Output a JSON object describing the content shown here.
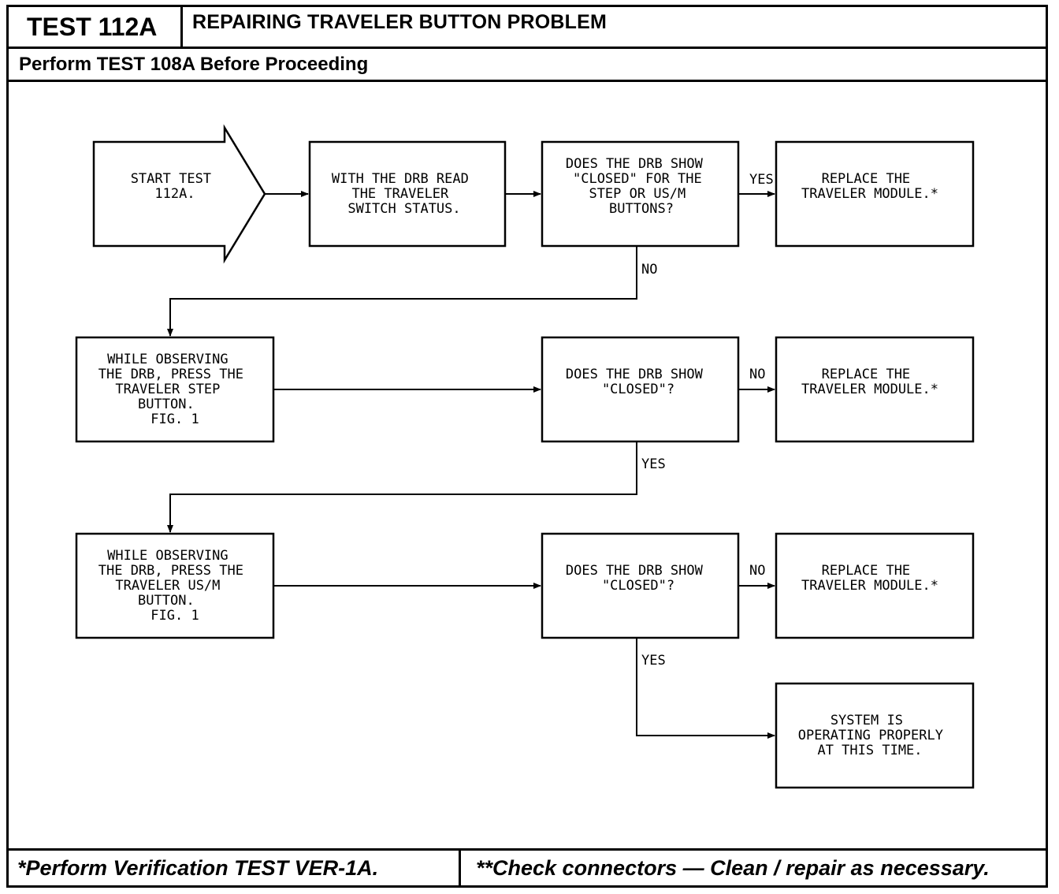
{
  "header": {
    "test_id": "TEST 112A",
    "title": "REPAIRING TRAVELER BUTTON PROBLEM",
    "prerequisite": "Perform TEST 108A Before Proceeding"
  },
  "footer": {
    "left_note": "*Perform Verification TEST VER-1A.",
    "right_note": "**Check connectors — Clean / repair as necessary."
  },
  "flowchart": {
    "start": {
      "lines": [
        "START TEST",
        "112A."
      ]
    },
    "read_status": {
      "lines": [
        "WITH THE DRB READ",
        "THE TRAVELER",
        "SWITCH STATUS."
      ]
    },
    "q1": {
      "lines": [
        "DOES THE DRB SHOW",
        "\"CLOSED\" FOR THE",
        "STEP OR US/M",
        "BUTTONS?"
      ]
    },
    "r1": {
      "lines": [
        "REPLACE THE",
        "TRAVELER MODULE.*"
      ]
    },
    "step_btn": {
      "lines": [
        "WHILE OBSERVING",
        "THE DRB, PRESS THE",
        "TRAVELER STEP",
        "BUTTON.",
        "FIG. 1"
      ]
    },
    "q2": {
      "lines": [
        "DOES THE DRB SHOW",
        "\"CLOSED\"?"
      ]
    },
    "r2": {
      "lines": [
        "REPLACE THE",
        "TRAVELER MODULE.*"
      ]
    },
    "usm_btn": {
      "lines": [
        "WHILE OBSERVING",
        "THE DRB, PRESS THE",
        "TRAVELER US/M",
        "BUTTON.",
        "FIG. 1"
      ]
    },
    "q3": {
      "lines": [
        "DOES THE DRB SHOW",
        "\"CLOSED\"?"
      ]
    },
    "r3": {
      "lines": [
        "REPLACE THE",
        "TRAVELER MODULE.*"
      ]
    },
    "ok": {
      "lines": [
        "SYSTEM IS",
        "OPERATING PROPERLY",
        "AT THIS TIME."
      ]
    },
    "labels": {
      "q1_yes": "YES",
      "q1_no": "NO",
      "q2_no": "NO",
      "q2_yes": "YES",
      "q3_no": "NO",
      "q3_yes": "YES"
    }
  }
}
